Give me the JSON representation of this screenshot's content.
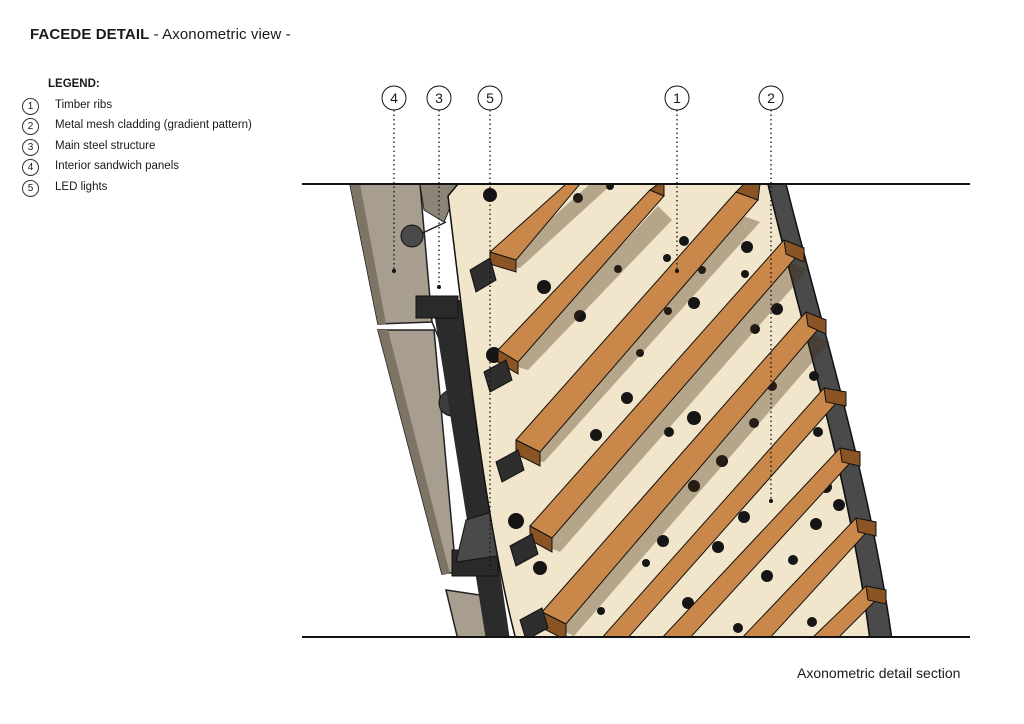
{
  "title": {
    "bold": "FACEDE DETAIL",
    "rest": " - Axonometric view -"
  },
  "legend": {
    "heading": "LEGEND:",
    "items": [
      {
        "num": "1",
        "label": "Timber ribs"
      },
      {
        "num": "2",
        "label": "Metal mesh cladding (gradient pattern)"
      },
      {
        "num": "3",
        "label": "Main steel structure"
      },
      {
        "num": "4",
        "label": "Interior sandwich panels"
      },
      {
        "num": "5",
        "label": "LED lights"
      }
    ]
  },
  "callouts": [
    {
      "num": "4"
    },
    {
      "num": "3"
    },
    {
      "num": "5"
    },
    {
      "num": "1"
    },
    {
      "num": "2"
    }
  ],
  "caption": "Axonometric detail section",
  "colors": {
    "timber": "#a8682e",
    "timber_top": "#c9884a",
    "mesh": "#f1e6cb",
    "steel": "#3a3a3a",
    "panel": "#a89e90",
    "outline": "#111111"
  }
}
